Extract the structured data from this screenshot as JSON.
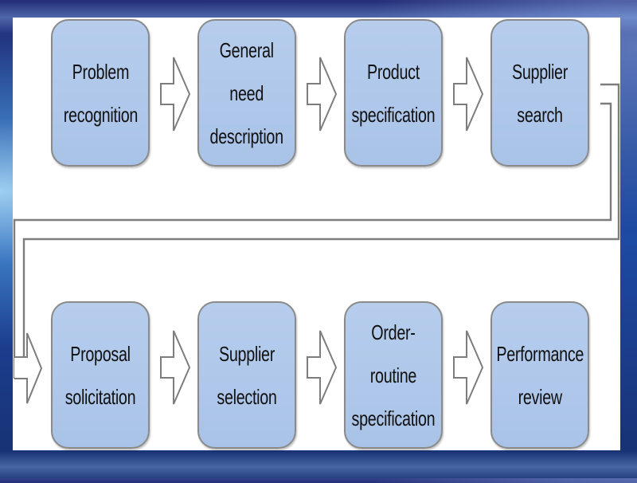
{
  "flow": {
    "steps": [
      {
        "label": "Problem recognition"
      },
      {
        "label": "General need description"
      },
      {
        "label": "Product specification"
      },
      {
        "label": "Supplier search"
      },
      {
        "label": "Proposal solicitation"
      },
      {
        "label": "Supplier selection"
      },
      {
        "label": "Order-routine specification"
      },
      {
        "label": "Performance review"
      }
    ]
  }
}
